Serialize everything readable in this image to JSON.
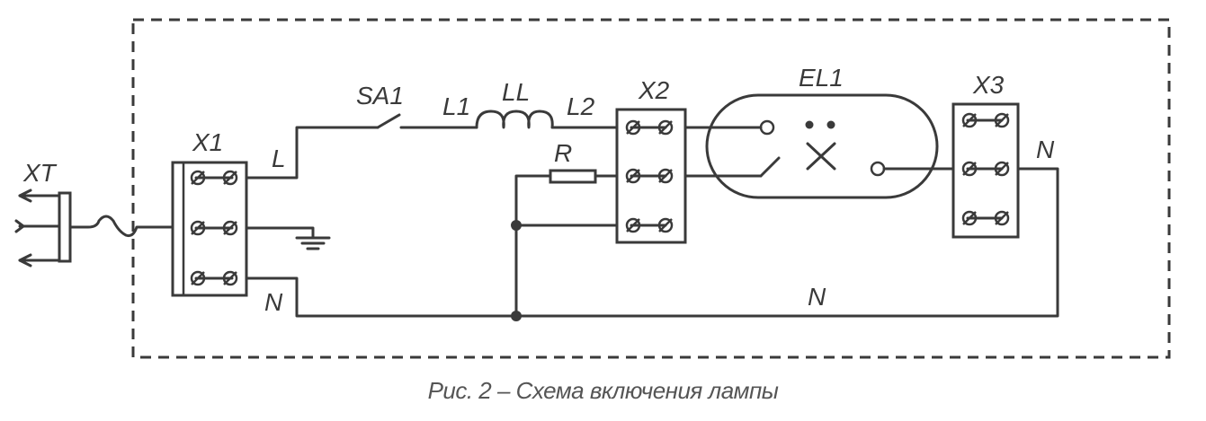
{
  "labels": {
    "xt": "XT",
    "x1": "X1",
    "x2": "X2",
    "x3": "X3",
    "el1": "EL1",
    "sa1": "SA1",
    "l1": "L1",
    "ll": "LL",
    "l2": "L2",
    "r": "R",
    "l": "L",
    "n_left": "N",
    "n_bottom": "N",
    "n_right": "N"
  },
  "caption": "Рис. 2 – Схема включения лампы",
  "colors": {
    "line": "#3a3a3a",
    "caption": "#555555"
  }
}
